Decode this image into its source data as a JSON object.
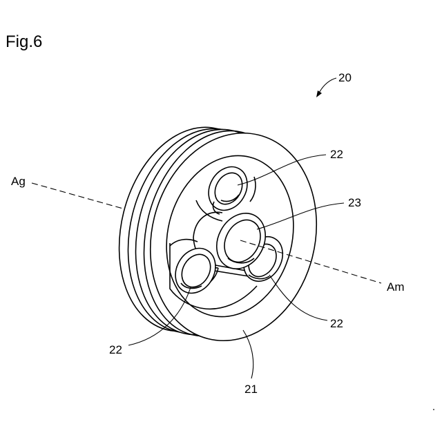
{
  "figure": {
    "title": "Fig.6",
    "labels": {
      "assembly": "20",
      "ag": "Ag",
      "am": "Am",
      "roller_top": "22",
      "center_roller": "23",
      "roller_right": "22",
      "roller_left": "22",
      "housing": "21"
    }
  }
}
